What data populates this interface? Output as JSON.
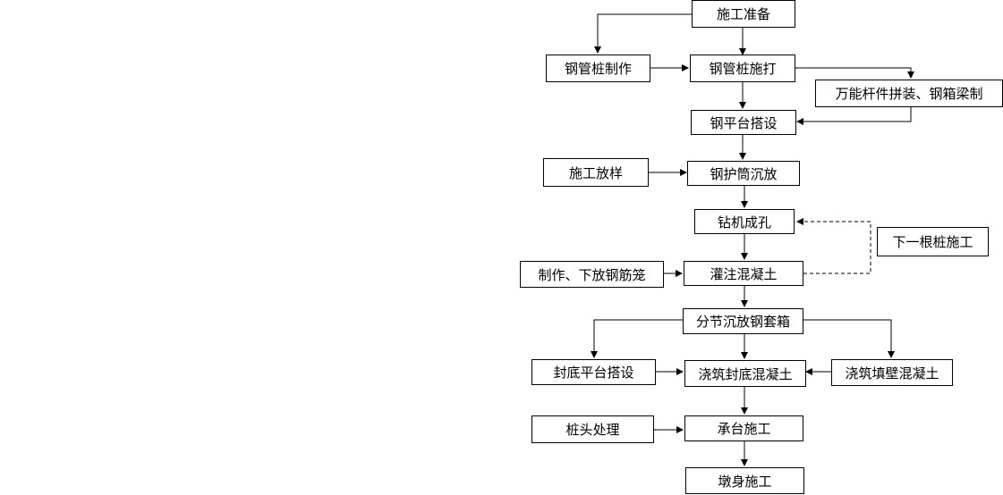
{
  "flowchart": {
    "steps": {
      "construction_prep": "施工准备",
      "steel_pipe_pile_fabrication": "钢管桩制作",
      "steel_pipe_pile_driving": "钢管桩施打",
      "universal_members_assembly": "万能杆件拼装、钢箱梁制",
      "steel_platform_erection": "钢平台搭设",
      "construction_layout": "施工放样",
      "steel_casing_sinking": "钢护筒沉放",
      "drilling": "钻机成孔",
      "next_pile": "下一根桩施工",
      "rebar_cage": "制作、下放钢筋笼",
      "concrete_pouring": "灌注混凝土",
      "steel_box_cofferdam_sinking": "分节沉放钢套箱",
      "bottom_platform_erection": "封底平台搭设",
      "bottom_seal_concrete": "浇筑封底混凝土",
      "wall_fill_concrete": "浇筑填壁混凝土",
      "pile_head_treatment": "桩头处理",
      "pile_cap": "承台施工",
      "pier_body": "墩身施工"
    }
  }
}
